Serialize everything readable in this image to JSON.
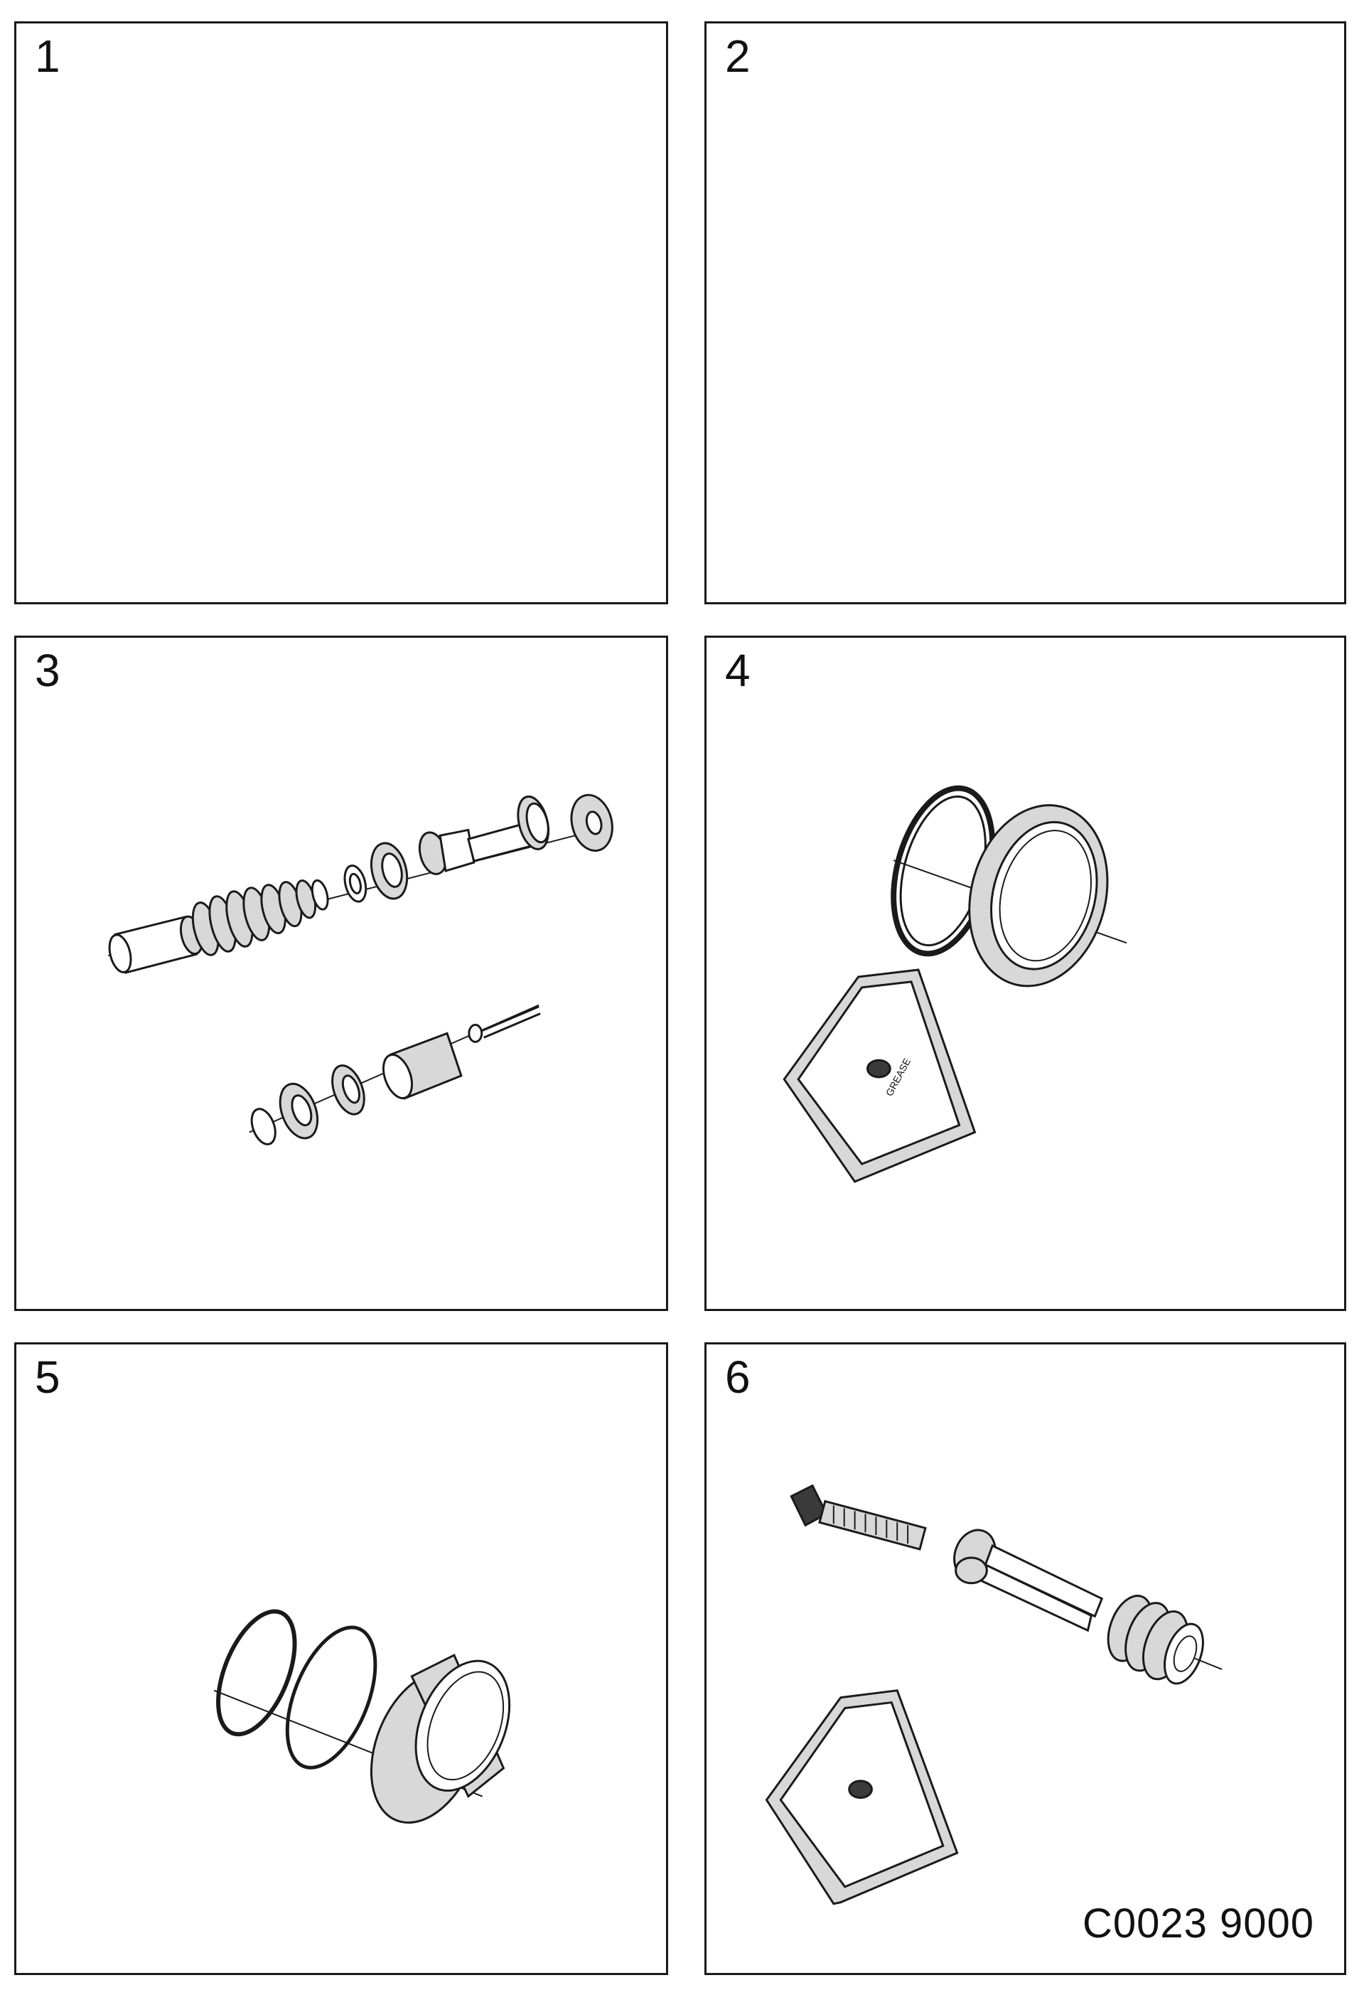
{
  "panels": [
    {
      "number": "1"
    },
    {
      "number": "2"
    },
    {
      "number": "3"
    },
    {
      "number": "4"
    },
    {
      "number": "5"
    },
    {
      "number": "6"
    }
  ],
  "drawing_code": "C0023 9000",
  "grease_pack_label": "GREASE"
}
